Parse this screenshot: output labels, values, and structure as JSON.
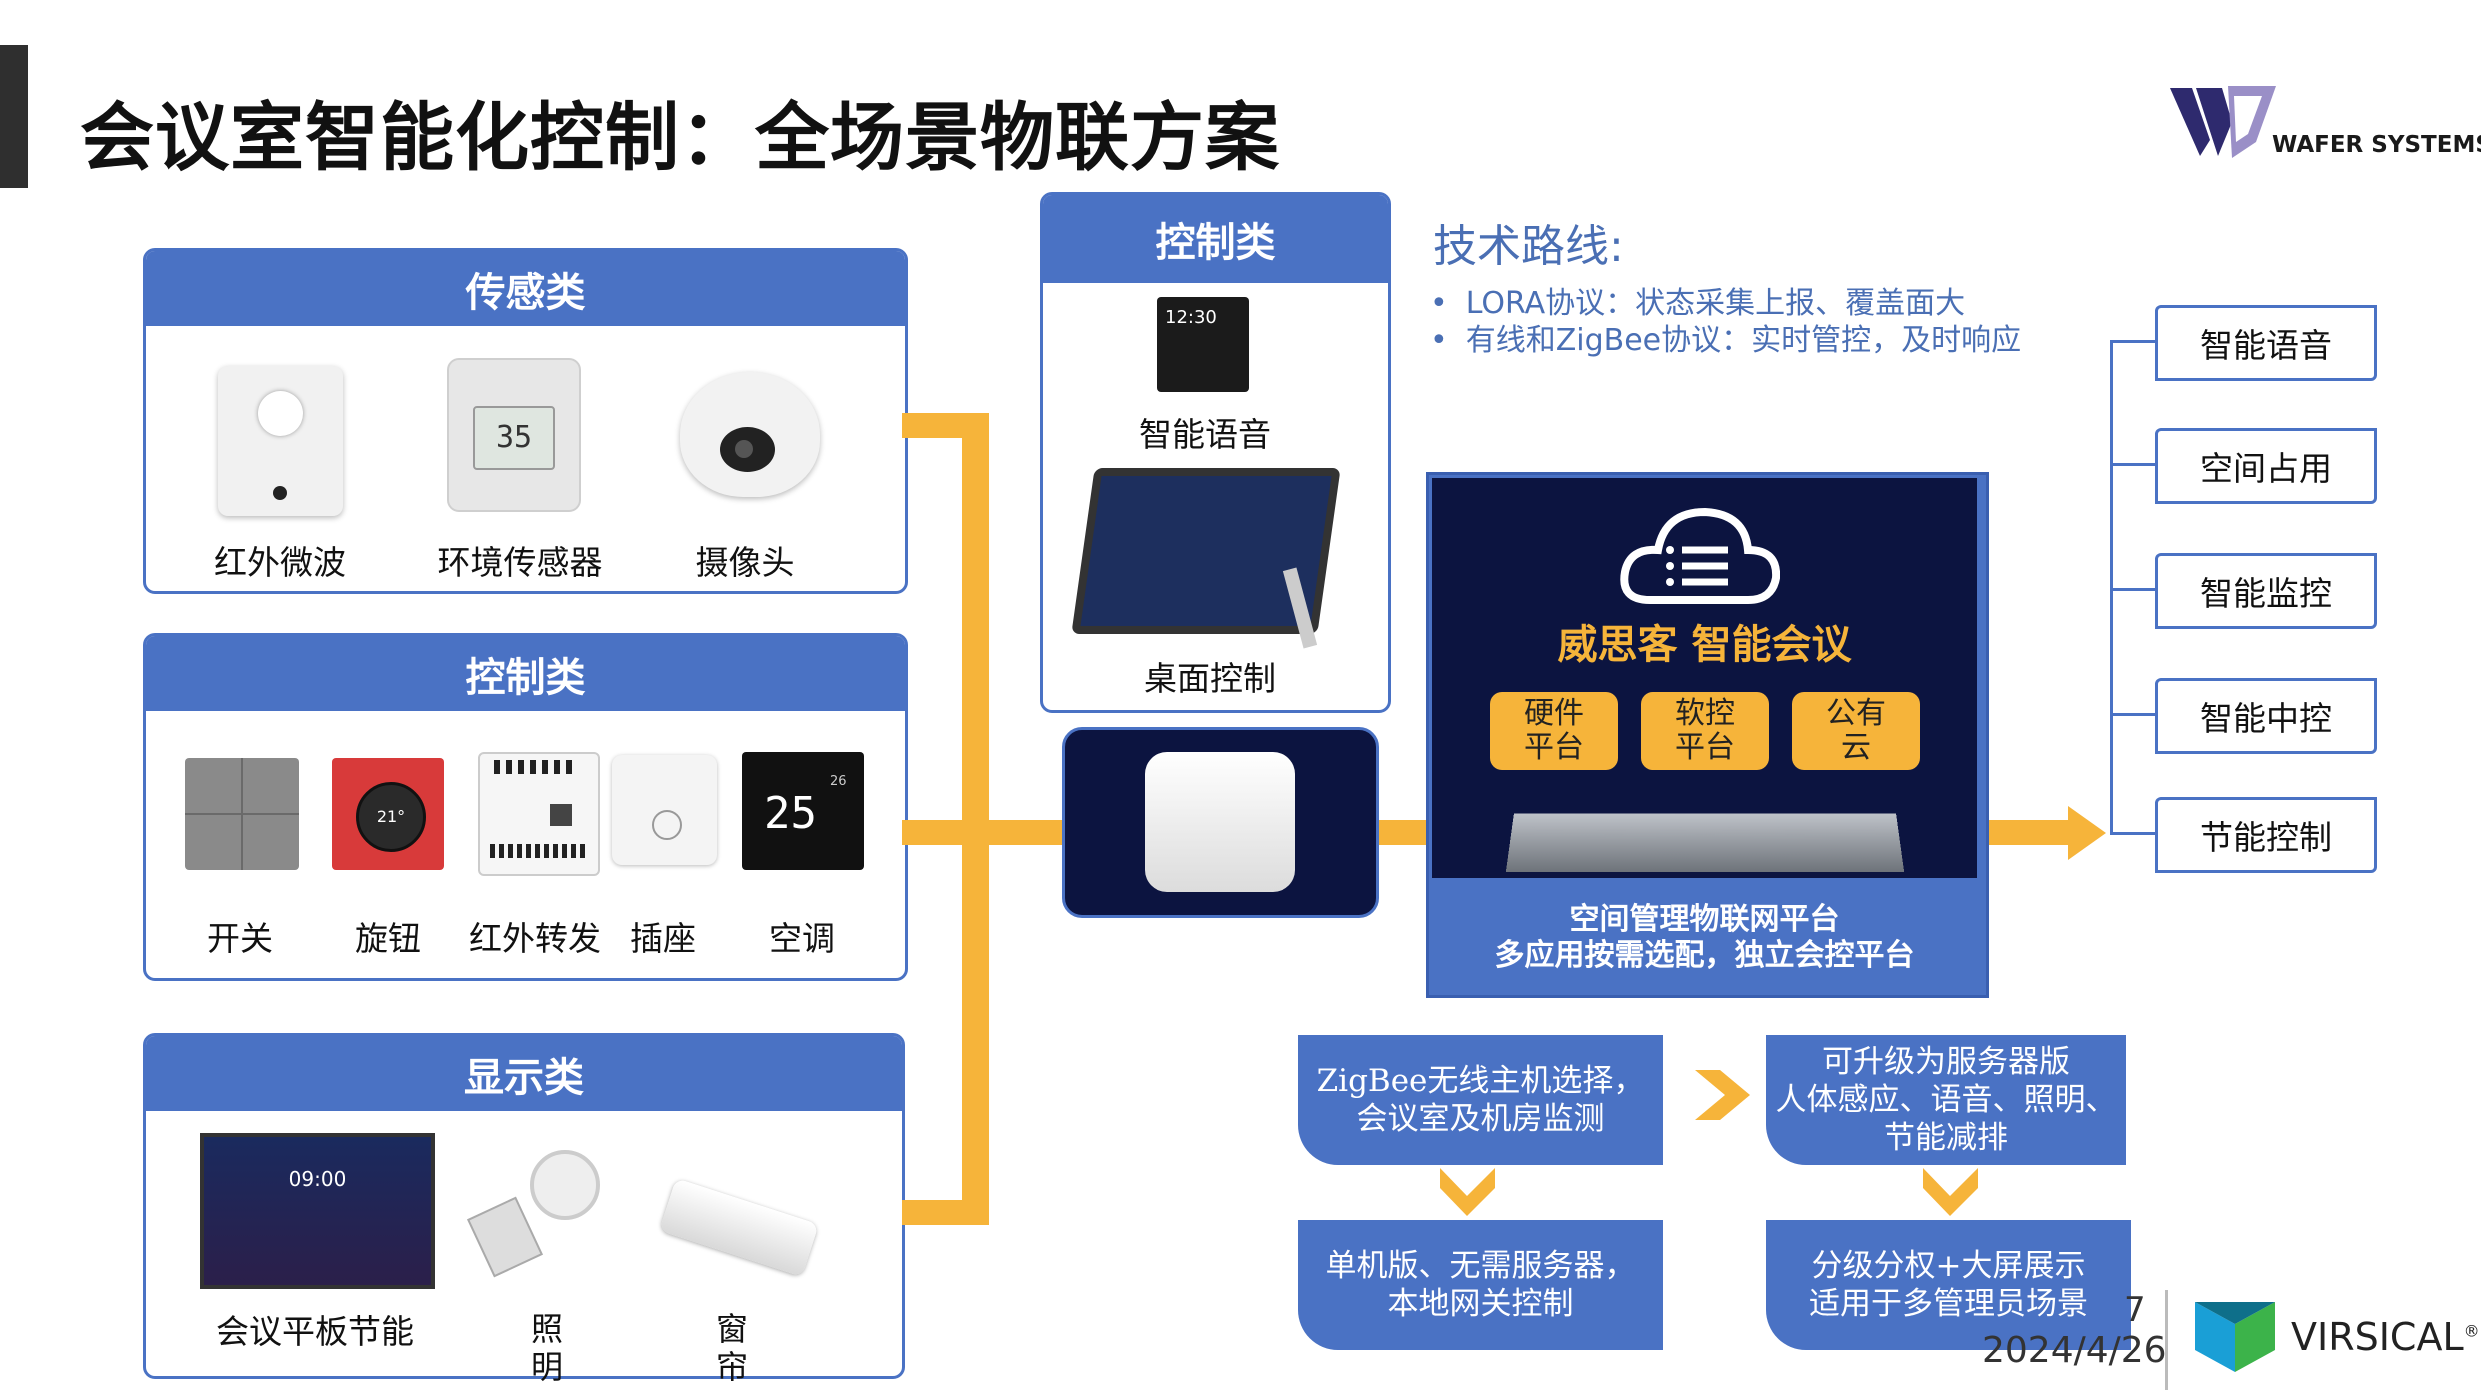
{
  "title": "会议室智能化控制：全场景物联方案",
  "brand": {
    "logo_text": "WAFER SYSTEMS",
    "virsical": "VIRSICAL",
    "virsical_mark": "®"
  },
  "sensing": {
    "header": "传感类",
    "items": [
      "红外微波",
      "环境传感器",
      "摄像头"
    ],
    "env_reading": "35"
  },
  "control": {
    "header": "控制类",
    "items": [
      "开关",
      "旋钮",
      "红外转发",
      "插座",
      "空调"
    ],
    "knob_reading": "21°",
    "ac_reading": "25",
    "ac_small": "26"
  },
  "display": {
    "header": "显示类",
    "items": [
      "会议平板节能"
    ],
    "v_items": [
      [
        "照",
        "明"
      ],
      [
        "窗",
        "帘"
      ]
    ],
    "screen_time": "09:00"
  },
  "control_mid": {
    "header": "控制类",
    "items": [
      "智能语音",
      "桌面控制"
    ],
    "panel_time": "12:30"
  },
  "tech": {
    "title": "技术路线:",
    "lines": [
      "LORA协议：状态采集上报、覆盖面大",
      "有线和ZigBee协议：实时管控，及时响应"
    ]
  },
  "platform": {
    "name": "威思客 智能会议",
    "buttons": [
      [
        "硬件",
        "平台"
      ],
      [
        "软控",
        "平台"
      ],
      [
        "公有",
        "云"
      ]
    ],
    "footer": [
      "空间管理物联网平台",
      "多应用按需选配，独立会控平台"
    ]
  },
  "outputs": [
    "智能语音",
    "空间占用",
    "智能监控",
    "智能中控",
    "节能控制"
  ],
  "flow": {
    "box1": [
      "ZigBee无线主机选择，",
      "会议室及机房监测"
    ],
    "box2": [
      "可升级为服务器版",
      "人体感应、语音、照明、",
      "节能减排"
    ],
    "box3": [
      "单机版、无需服务器，",
      "本地网关控制"
    ],
    "box4": [
      "分级分权+大屏展示",
      "适用于多管理员场景"
    ]
  },
  "footer": {
    "page": "7",
    "date": "2024/4/26"
  },
  "colors": {
    "accent": "#4a72c4",
    "orange": "#f6b43a",
    "dark_navy": "#0c1440"
  }
}
